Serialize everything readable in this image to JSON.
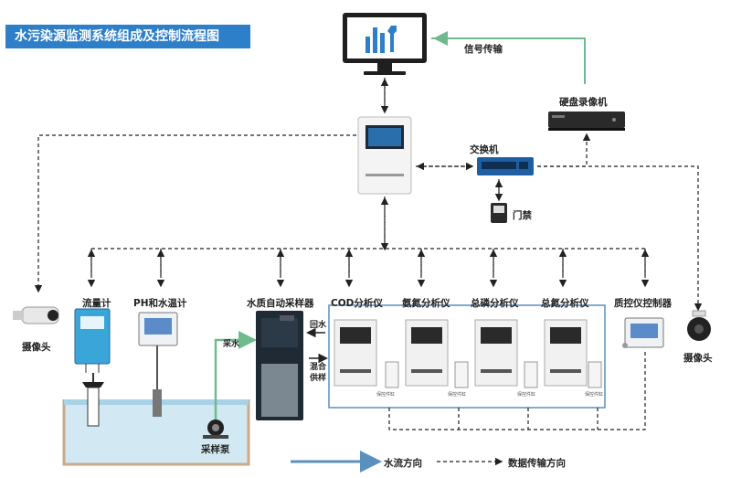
{
  "title": "水污染源监测系统组成及控制流程图",
  "nodes": {
    "signal": "信号传输",
    "dvr": "硬盘录像机",
    "switch": "交换机",
    "access": "门禁",
    "camera_left": "摄像头",
    "camera_right": "摄像头",
    "flowmeter": "流量计",
    "ph": "PH和水温计",
    "sampler": "水质自动采样器",
    "cod": "COD分析仪",
    "ammonia": "氨氮分析仪",
    "phosphorus": "总磷分析仪",
    "nitrogen": "总氮分析仪",
    "qc": "质控仪控制器",
    "pump": "采样泵",
    "water_in": "采水",
    "water_return": "回水",
    "mix_1": "混合",
    "mix_2": "供样"
  },
  "analyzer_tags": [
    "保控件缸",
    "保控件缸",
    "保控件缸",
    "保控件缸"
  ],
  "legend": {
    "water": "水流方向",
    "data": "数据传输方向"
  },
  "colors": {
    "title_bg": "#2e7fc9",
    "water_line": "#7aa8cf",
    "green_line": "#6fba8f",
    "water_fill": "#d2e9f3"
  }
}
